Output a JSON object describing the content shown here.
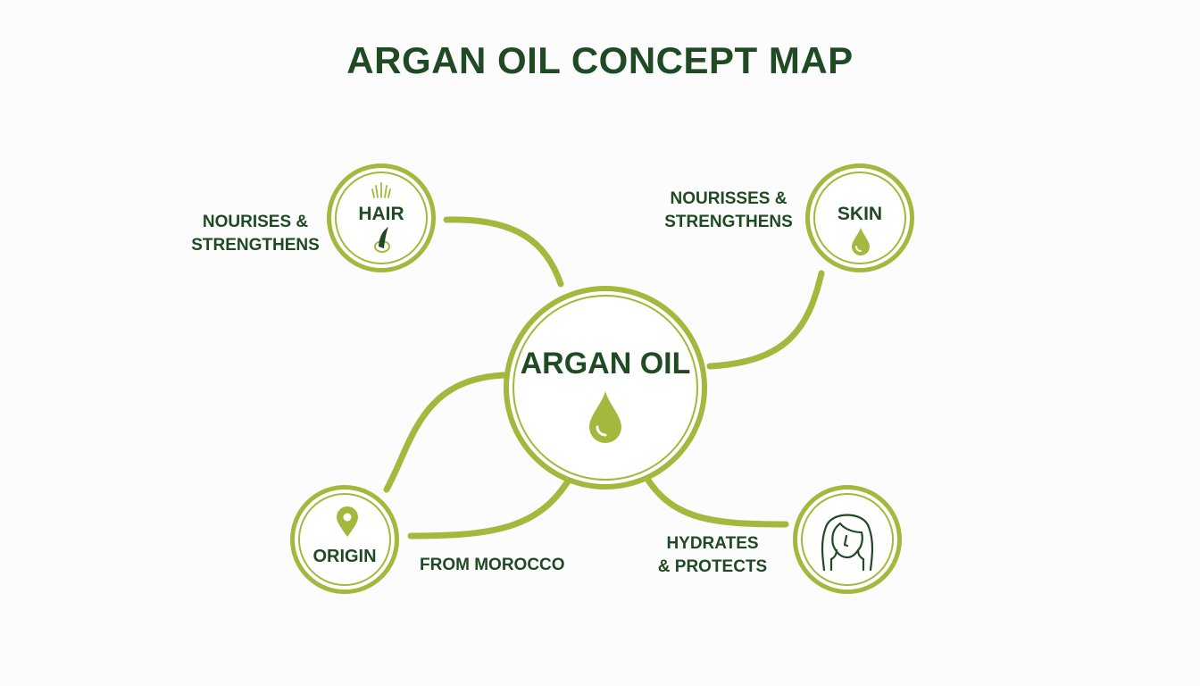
{
  "title": "ARGAN OIL CONCEPT MAP",
  "colors": {
    "accent": "#a3b83d",
    "text": "#1f4a23",
    "background": "#fbfcfb"
  },
  "center": {
    "label": "ARGAN OIL",
    "icon": "oil-drop-icon"
  },
  "nodes": {
    "hair": {
      "label": "HAIR",
      "icon": "hair-strand-icon",
      "caption": [
        "NOURISES &",
        "STRENGTHENS"
      ]
    },
    "skin": {
      "label": "SKIN",
      "icon": "droplet-icon",
      "caption": [
        "NOURISSES &",
        "STRENGTHENS"
      ]
    },
    "origin": {
      "label": "ORIGIN",
      "icon": "location-pin-icon",
      "caption": [
        "FROM MOROCCO"
      ]
    },
    "face": {
      "icon": "woman-face-icon",
      "caption": [
        "HYDRATES",
        "& PROTECTS"
      ]
    }
  }
}
